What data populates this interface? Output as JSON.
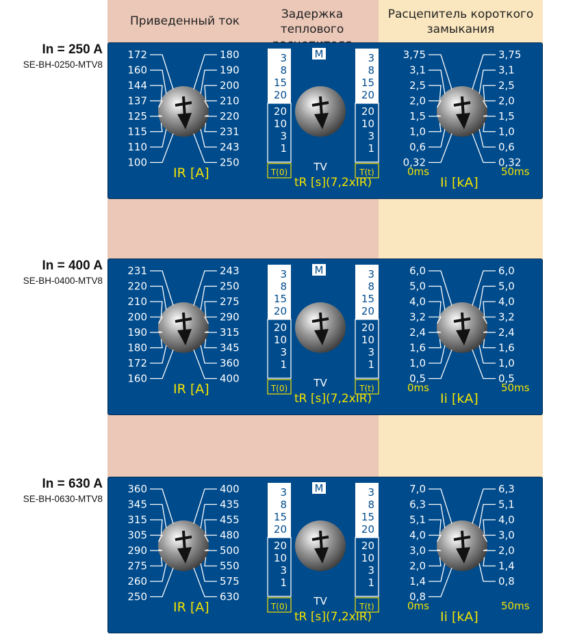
{
  "headers": {
    "col1": "Приведенный ток",
    "col2": [
      "Задержка теплового",
      "расцепителя"
    ],
    "col3": [
      "Расцепитель короткого",
      "замыкания"
    ]
  },
  "colors": {
    "panel": "#004b8c",
    "col_left_bg": "#ebc8b8",
    "col_right_bg": "#fbe7bf",
    "label_yellow": "#f5e400",
    "knob": "#9a9a9a"
  },
  "scale_tr": {
    "top": [
      "3",
      "8",
      "15",
      "20"
    ],
    "bottom": [
      "20",
      "10",
      "3",
      "1"
    ],
    "m_label": "M",
    "tv_label": "TV",
    "t0_label": "T(0)",
    "tt_label": "T(t)",
    "axis_label": "tR [s](7,2xIR)"
  },
  "ir_axis_label": "IR [A]",
  "ii_axis_label": "Ii  [kA]",
  "ii_left_caption": "0ms",
  "ii_right_caption": "50ms",
  "panels": [
    {
      "rating": "In = 250 A",
      "model": "SE-BH-0250-MTV8",
      "ir_left": [
        "172",
        "160",
        "144",
        "137",
        "125",
        "115",
        "110",
        "100"
      ],
      "ir_right": [
        "180",
        "190",
        "200",
        "210",
        "220",
        "231",
        "243",
        "250"
      ],
      "ii_left": [
        "3,75",
        "3,1",
        "2,5",
        "2,0",
        "1,5",
        "1,0",
        "0,6",
        "0,32"
      ],
      "ii_right": [
        "3,75",
        "3,1",
        "2,5",
        "2,0",
        "1,5",
        "1,0",
        "0,6",
        "0,32"
      ]
    },
    {
      "rating": "In = 400 A",
      "model": "SE-BH-0400-MTV8",
      "ir_left": [
        "231",
        "220",
        "210",
        "200",
        "190",
        "180",
        "172",
        "160"
      ],
      "ir_right": [
        "243",
        "250",
        "275",
        "290",
        "315",
        "345",
        "360",
        "400"
      ],
      "ii_left": [
        "6,0",
        "5,0",
        "4,0",
        "3,2",
        "2,4",
        "1,6",
        "1,0",
        "0,5"
      ],
      "ii_right": [
        "6,0",
        "5,0",
        "4,0",
        "3,2",
        "2,4",
        "1,6",
        "1,0",
        "0,5"
      ]
    },
    {
      "rating": "In = 630 A",
      "model": "SE-BH-0630-MTV8",
      "ir_left": [
        "360",
        "345",
        "315",
        "305",
        "290",
        "275",
        "260",
        "250"
      ],
      "ir_right": [
        "400",
        "435",
        "455",
        "480",
        "500",
        "550",
        "575",
        "630"
      ],
      "ii_left": [
        "7,0",
        "6,3",
        "5,1",
        "4,0",
        "3,0",
        "2,0",
        "1,4",
        "0,8"
      ],
      "ii_right": [
        "6,3",
        "5,1",
        "4,0",
        "3,0",
        "2,0",
        "1,4",
        "0,8"
      ]
    }
  ]
}
